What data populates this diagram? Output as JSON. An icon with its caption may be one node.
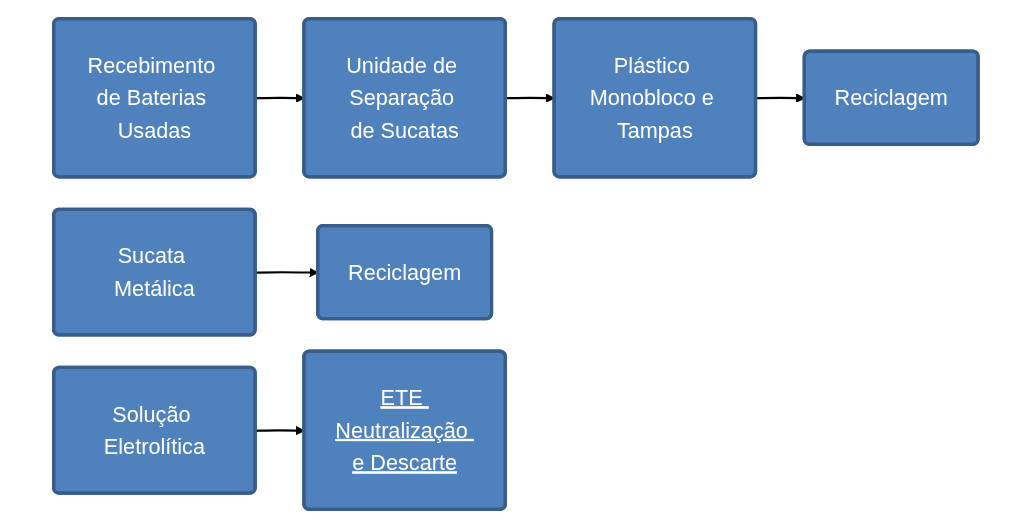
{
  "diagram": {
    "nodes": [
      {
        "text": [
          "Recebimento de Baterias Usadas"
        ]
      },
      {
        "text": [
          "Unidade de Separação de Sucatas"
        ]
      },
      {
        "text": [
          "Sucata Metálica"
        ]
      },
      {
        "text": [
          "Reciclagem"
        ]
      },
      {
        "text": [
          "Plástico Monobloco e Tampas"
        ]
      },
      {
        "text": [
          "Reciclagem"
        ]
      },
      {
        "text": [
          "Solução Eletrolítica"
        ]
      },
      {
        "text": [
          "ETE Neutralização e Descarte"
        ]
      }
    ],
    "edges": [
      {
        "from": 0,
        "to": 1,
        "arrow": "to"
      },
      {
        "from": 1,
        "to": 4,
        "arrow": "to"
      },
      {
        "from": 2,
        "to": 3,
        "arrow": "to"
      },
      {
        "from": 4,
        "to": 5,
        "arrow": "to"
      },
      {
        "from": 6,
        "to": 7,
        "arrow": "to"
      }
    ]
  }
}
